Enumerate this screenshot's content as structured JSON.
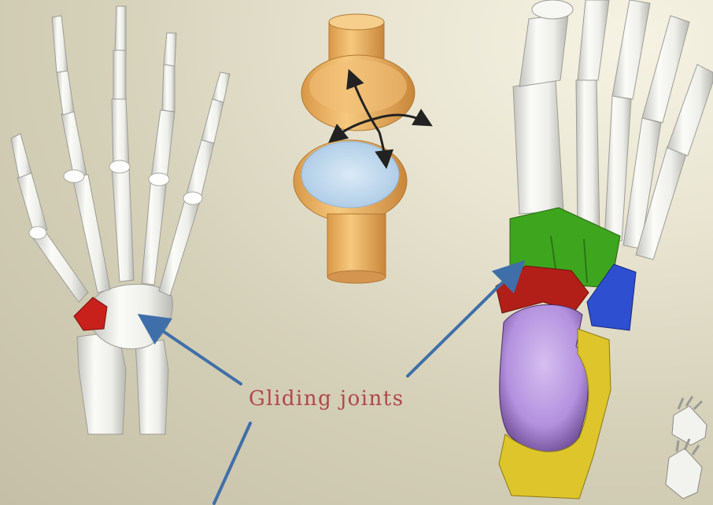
{
  "slide": {
    "caption": "Gliding joints"
  },
  "figures": {
    "hand": "hand-skeleton",
    "joint_model": "plane-joint-model",
    "foot": "foot-skeleton",
    "thumbnail": "skeleton-thumbnail"
  },
  "colors": {
    "bone": "#f2f2ee",
    "bone_shade": "#c9c9c4",
    "caption": "#b0464c",
    "arrow": "#3f6fa8",
    "trapezium": "#c8201b",
    "cuneiforms": "#3ea51f",
    "cuboid": "#2d4fd0",
    "navicular": "#b21f19",
    "talus": "#b898e0",
    "calcaneus": "#ddc52b",
    "joint_cylinder": "#eab56a",
    "joint_cartilage": "#bcd8ee",
    "motion_arrow": "#222222"
  }
}
